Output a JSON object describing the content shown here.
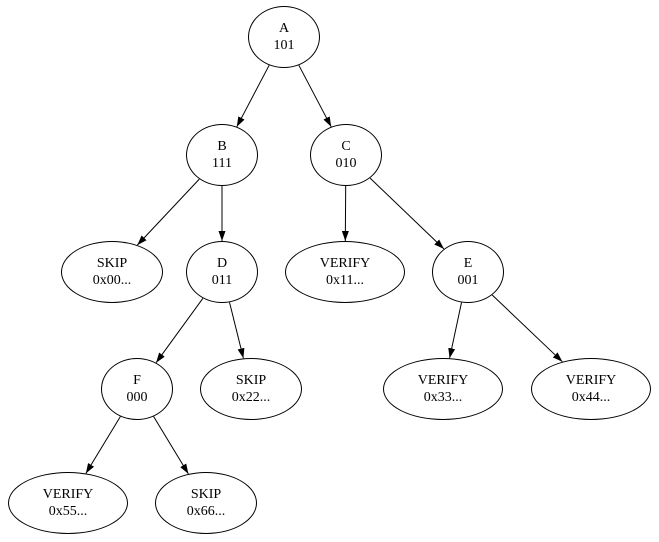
{
  "diagram": {
    "type": "tree",
    "background_color": "#ffffff",
    "stroke_color": "#000000",
    "text_color": "#000000",
    "nodes": [
      {
        "id": "A",
        "line1": "A",
        "line2": "101",
        "kind": "internal"
      },
      {
        "id": "B",
        "line1": "B",
        "line2": "111",
        "kind": "internal"
      },
      {
        "id": "C",
        "line1": "C",
        "line2": "010",
        "kind": "internal"
      },
      {
        "id": "skip00",
        "line1": "SKIP",
        "line2": "0x00...",
        "kind": "leaf"
      },
      {
        "id": "D",
        "line1": "D",
        "line2": "011",
        "kind": "internal"
      },
      {
        "id": "verify11",
        "line1": "VERIFY",
        "line2": "0x11...",
        "kind": "leaf"
      },
      {
        "id": "E",
        "line1": "E",
        "line2": "001",
        "kind": "internal"
      },
      {
        "id": "F",
        "line1": "F",
        "line2": "000",
        "kind": "internal"
      },
      {
        "id": "skip22",
        "line1": "SKIP",
        "line2": "0x22...",
        "kind": "leaf"
      },
      {
        "id": "verify33",
        "line1": "VERIFY",
        "line2": "0x33...",
        "kind": "leaf"
      },
      {
        "id": "verify44",
        "line1": "VERIFY",
        "line2": "0x44...",
        "kind": "leaf"
      },
      {
        "id": "verify55",
        "line1": "VERIFY",
        "line2": "0x55...",
        "kind": "leaf"
      },
      {
        "id": "skip66",
        "line1": "SKIP",
        "line2": "0x66...",
        "kind": "leaf"
      }
    ],
    "edges": [
      {
        "from": "A",
        "to": "B"
      },
      {
        "from": "A",
        "to": "C"
      },
      {
        "from": "B",
        "to": "skip00"
      },
      {
        "from": "B",
        "to": "D"
      },
      {
        "from": "C",
        "to": "verify11"
      },
      {
        "from": "C",
        "to": "E"
      },
      {
        "from": "D",
        "to": "F"
      },
      {
        "from": "D",
        "to": "skip22"
      },
      {
        "from": "E",
        "to": "verify33"
      },
      {
        "from": "E",
        "to": "verify44"
      },
      {
        "from": "F",
        "to": "verify55"
      },
      {
        "from": "F",
        "to": "skip66"
      }
    ]
  }
}
